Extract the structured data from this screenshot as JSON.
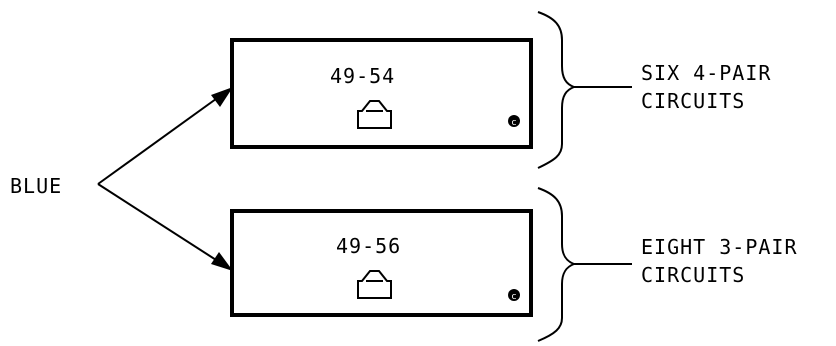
{
  "diagram": {
    "source_label": "BLUE",
    "modules": [
      {
        "id": "top",
        "number": "49-54",
        "circuit_label_line1": "SIX 4-PAIR",
        "circuit_label_line2": "CIRCUITS"
      },
      {
        "id": "bottom",
        "number": "49-56",
        "circuit_label_line1": "EIGHT 3-PAIR",
        "circuit_label_line2": "CIRCUITS"
      }
    ],
    "copyright_symbol": "©",
    "icon_names": [
      "jack-icon",
      "copyright-icon",
      "brace",
      "arrow"
    ]
  }
}
